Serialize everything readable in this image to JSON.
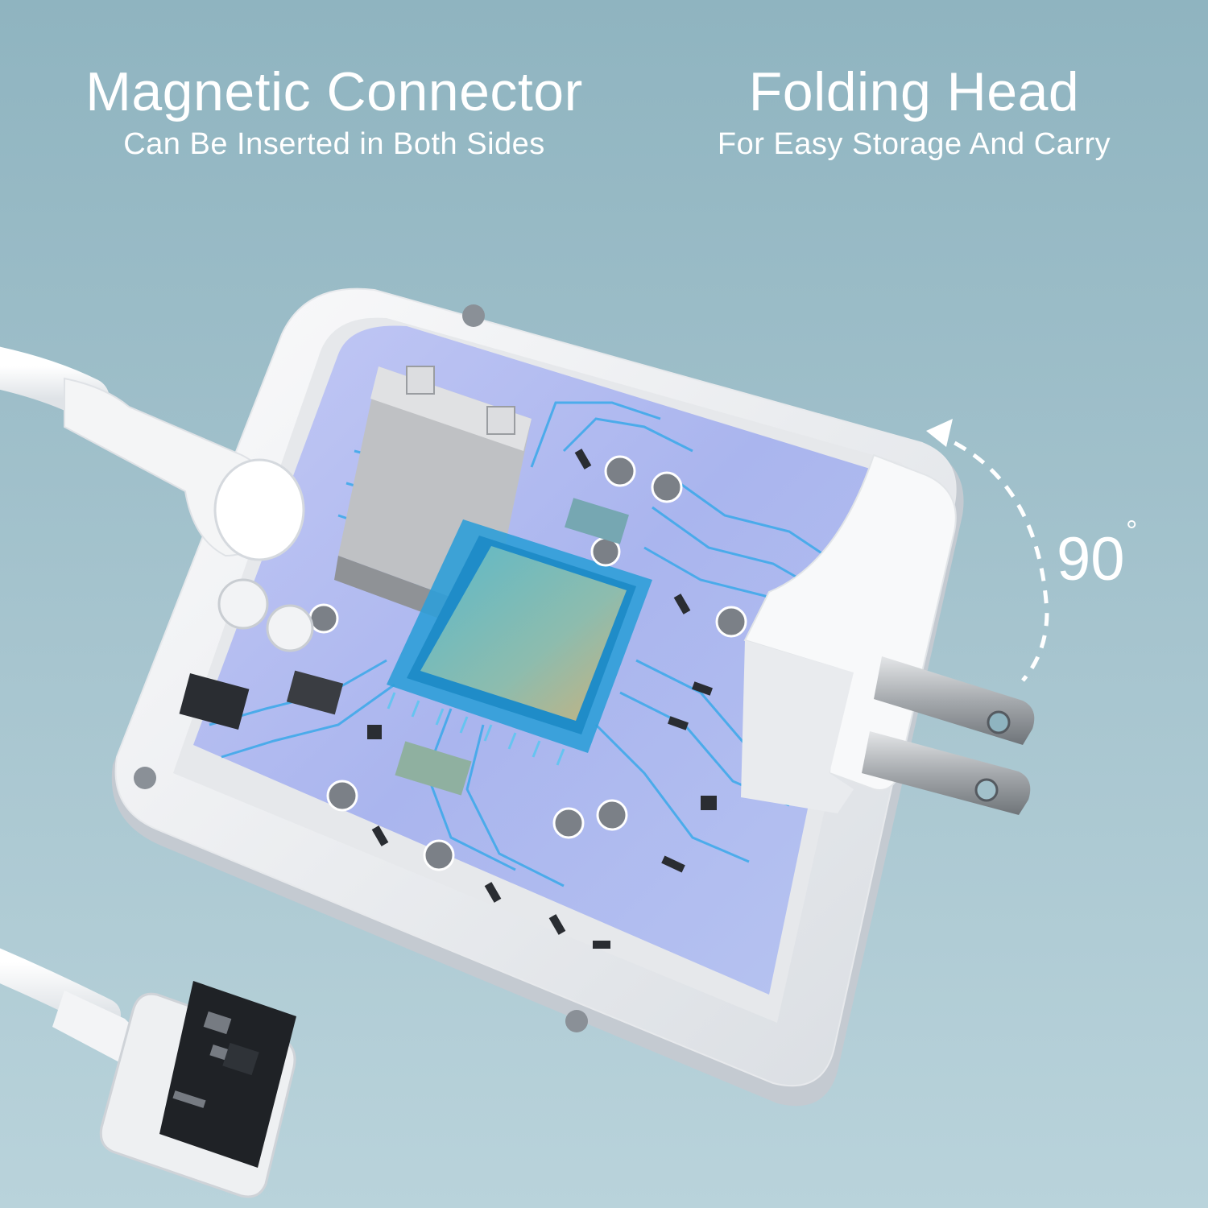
{
  "features": {
    "magnetic": {
      "title": "Magnetic Connector",
      "subtitle": "Can Be Inserted in Both Sides"
    },
    "folding": {
      "title": "Folding Head",
      "subtitle": "For Easy Storage And Carry"
    }
  },
  "rotation": {
    "angle": "90",
    "unit": "°"
  },
  "icons": [
    "rotation-arrow-icon"
  ],
  "colors": {
    "background": "#9fbfca",
    "text": "#ffffff",
    "adapter_shell": "#f3f4f6",
    "circuit_board": "#a8b4ee",
    "chip_glow": "#33b6ea"
  }
}
